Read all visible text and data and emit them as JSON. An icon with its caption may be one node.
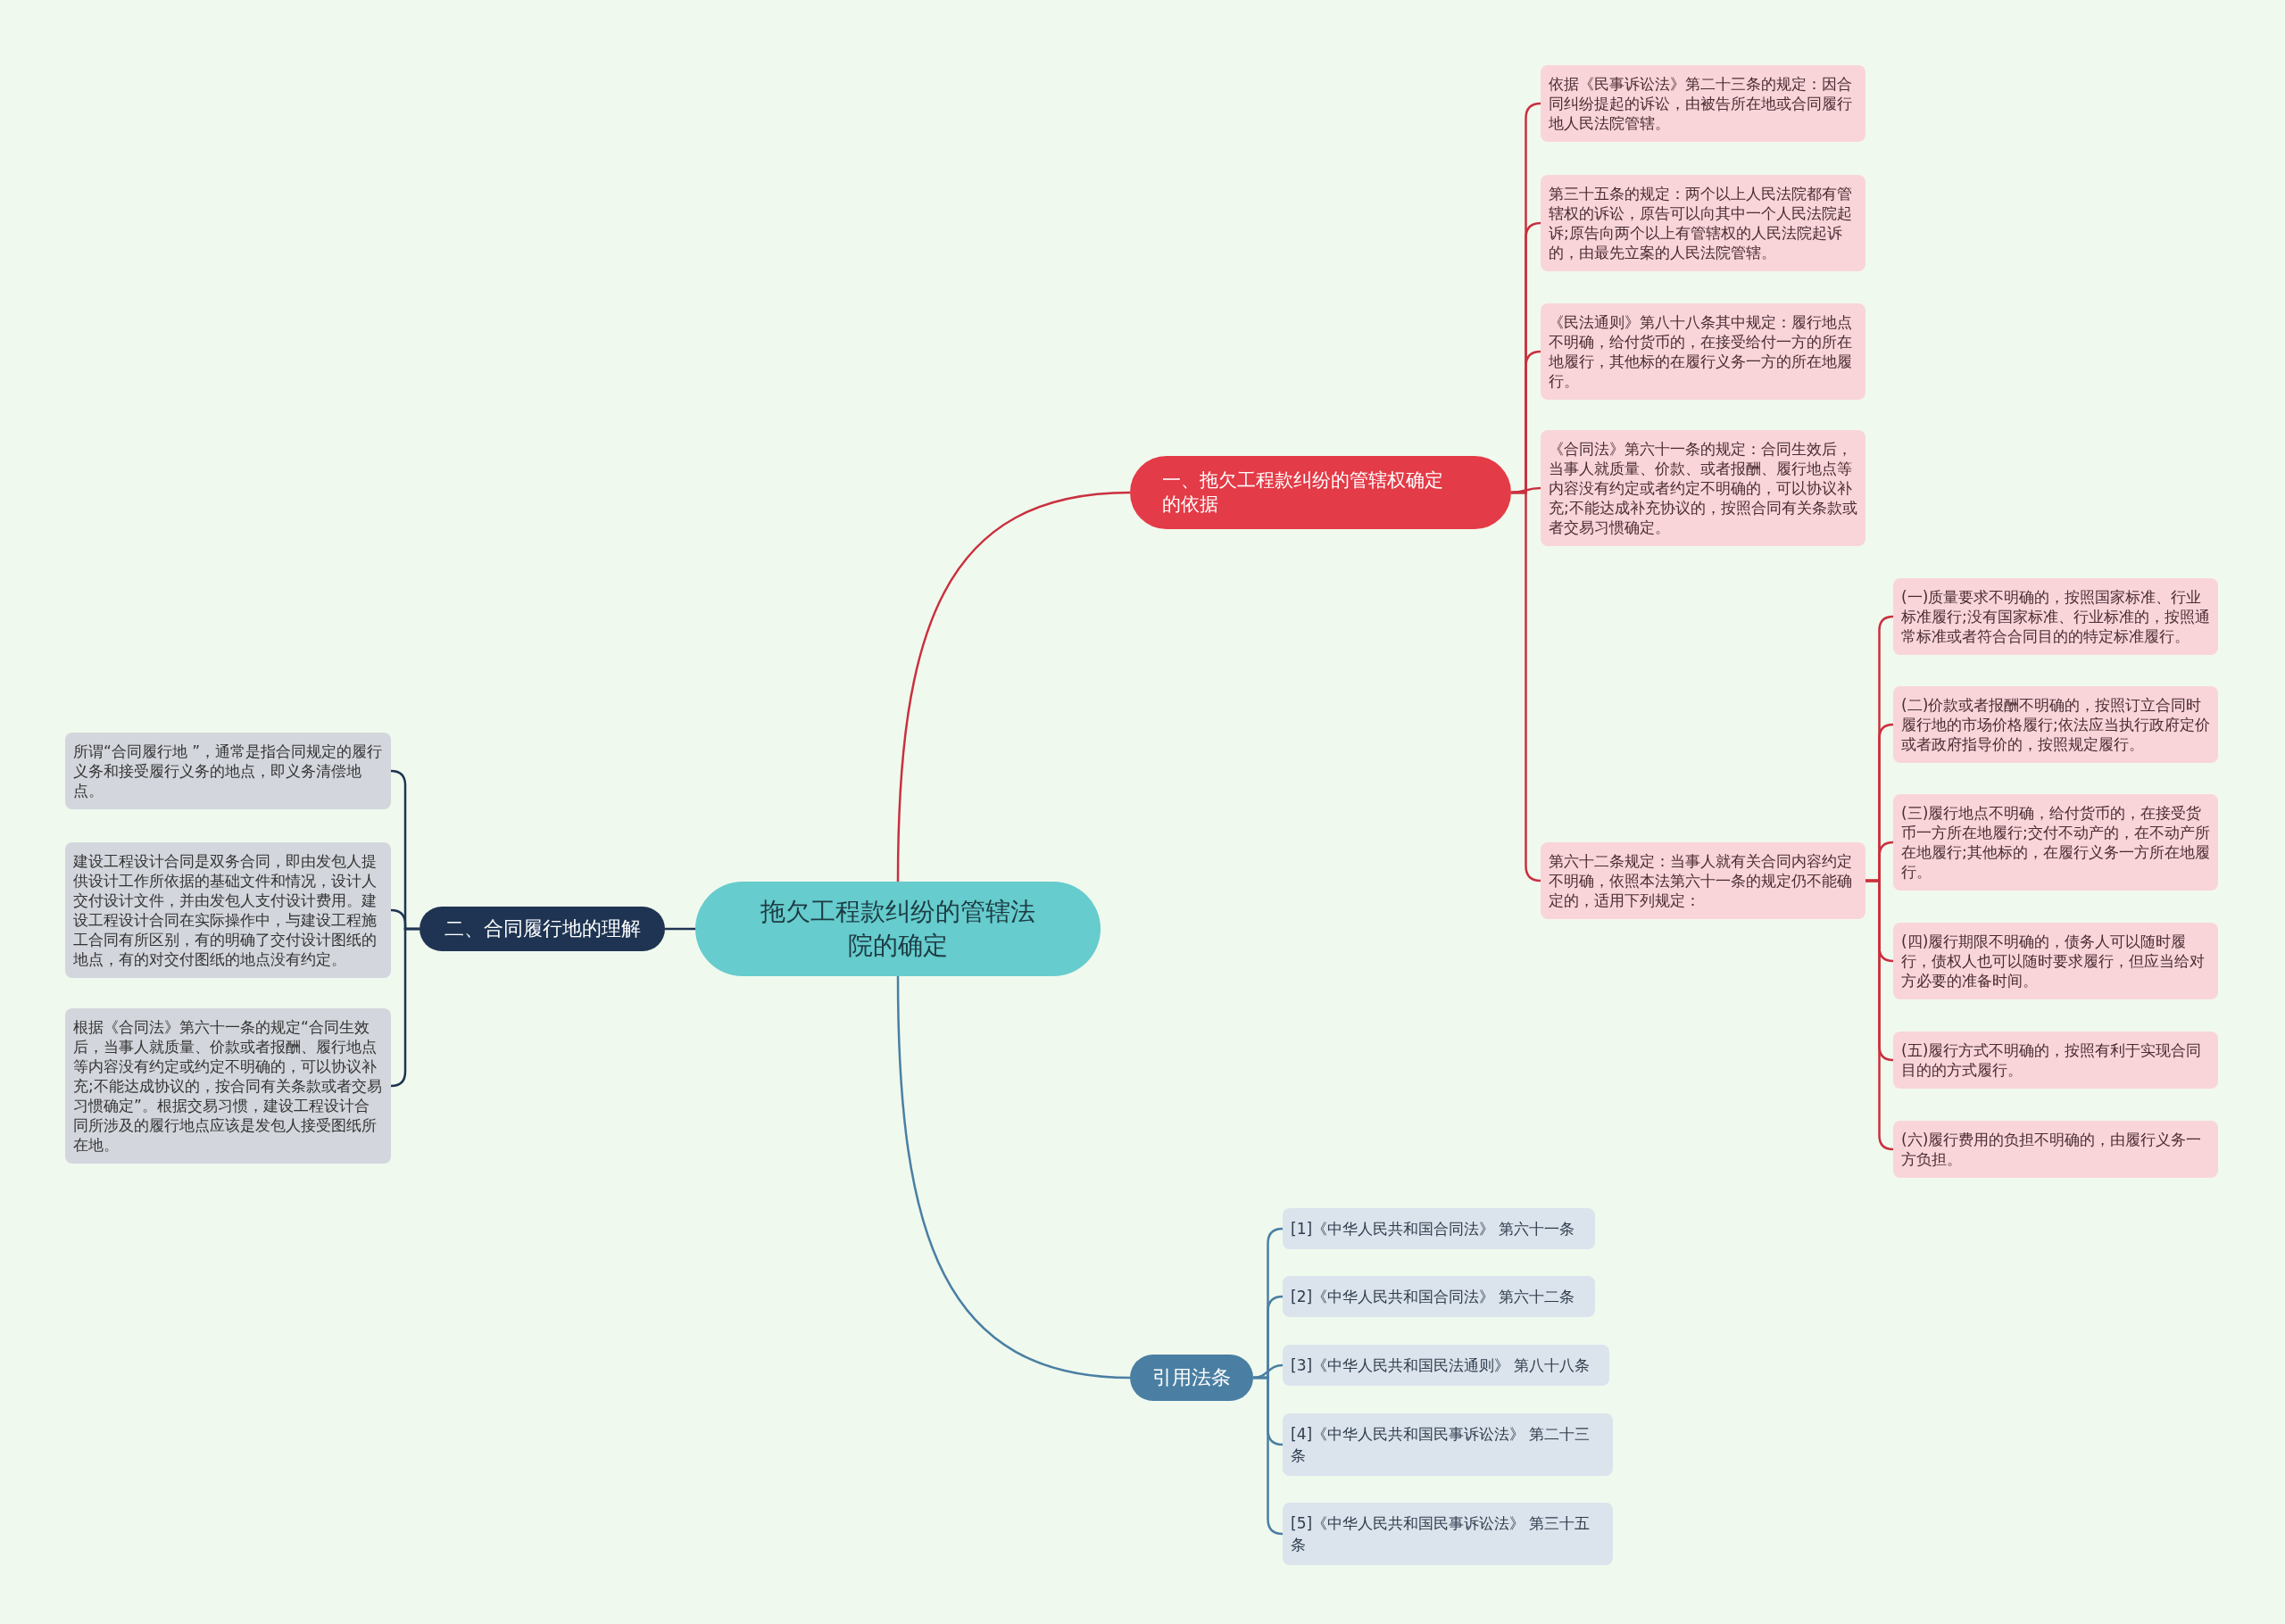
{
  "diagram": {
    "nodes": [
      {
        "text": [
          "拖欠工程款纠纷的管辖法院的确定"
        ]
      },
      {
        "text": [
          "一、拖欠工程款纠纷的管辖权确定的依据"
        ]
      },
      {
        "text": [
          "依据《民事诉讼法》第二十三条的规定：因合同纠纷提起的诉讼，由被告所在地或合同履行地人民法院管辖。"
        ]
      },
      {
        "text": [
          "第三十五条的规定：两个以上人民法院都有管辖权的诉讼，原告可以向其中一个人民法院起诉;原告向两个以上有管辖权的人民法院起诉的，由最先立案的人民法院管辖。"
        ]
      },
      {
        "text": [
          "《民法通则》第八十八条其中规定：履行地点不明确，给付货币的，在接受给付一方的所在地履行，其他标的在履行义务一方的所在地履行。"
        ]
      },
      {
        "text": [
          "《合同法》第六十一条的规定：合同生效后，当事人就质量、价款、或者报酬、履行地点等内容没有约定或者约定不明确的，可以协议补充;不能达成补充协议的，按照合同有关条款或者交易习惯确定。"
        ]
      },
      {
        "text": [
          "第六十二条规定：当事人就有关合同内容约定不明确，依照本法第六十一条的规定仍不能确定的，适用下列规定："
        ]
      },
      {
        "text": [
          "(一)质量要求不明确的，按照国家标准、行业标准履行;没有国家标准、行业标准的，按照通常标准或者符合合同目的的特定标准履行。"
        ]
      },
      {
        "text": [
          "(二)价款或者报酬不明确的，按照订立合同时履行地的市场价格履行;依法应当执行政府定价或者政府指导价的，按照规定履行。"
        ]
      },
      {
        "text": [
          "(三)履行地点不明确，给付货币的，在接受货币一方所在地履行;交付不动产的，在不动产所在地履行;其他标的，在履行义务一方所在地履行。"
        ]
      },
      {
        "text": [
          "(四)履行期限不明确的，债务人可以随时履行，债权人也可以随时要求履行，但应当给对方必要的准备时间。"
        ]
      },
      {
        "text": [
          "(五)履行方式不明确的，按照有利于实现合同目的的方式履行。"
        ]
      },
      {
        "text": [
          "(六)履行费用的负担不明确的，由履行义务一方负担。"
        ]
      },
      {
        "text": [
          "二、合同履行地的理解"
        ]
      },
      {
        "text": [
          "所谓“合同履行地 ”，通常是指合同规定的履行义务和接受履行义务的地点，即义务清偿地点。"
        ]
      },
      {
        "text": [
          "建设工程设计合同是双务合同，即由发包人提供设计工作所依据的基础文件和情况，设计人交付设计文件，并由发包人支付设计费用。建设工程设计合同在实际操作中，与建设工程施工合同有所区别，有的明确了交付设计图纸的地点，有的对交付图纸的地点没有约定。"
        ]
      },
      {
        "text": [
          "根据《合同法》第六十一条的规定“合同生效后，当事人就质量、价款或者报酬、履行地点等内容没有约定或约定不明确的，可以协议补充;不能达成协议的，按合同有关条款或者交易习惯确定”。根据交易习惯，建设工程设计合同所涉及的履行地点应该是发包人接受图纸所在地。"
        ]
      },
      {
        "text": [
          "引用法条"
        ]
      },
      {
        "text": [
          "[1]《中华人民共和国合同法》 第六十一条"
        ]
      },
      {
        "text": [
          "[2]《中华人民共和国合同法》 第六十二条"
        ]
      },
      {
        "text": [
          "[3]《中华人民共和国民法通则》 第八十八条"
        ]
      },
      {
        "text": [
          "[4]《中华人民共和国民事诉讼法》 第二十三条"
        ]
      },
      {
        "text": [
          "[5]《中华人民共和国民事诉讼法》 第三十五条"
        ]
      }
    ],
    "edges": [
      {
        "from": 0,
        "to": 1,
        "arrow": "none"
      },
      {
        "from": 1,
        "to": 2,
        "arrow": "none"
      },
      {
        "from": 1,
        "to": 3,
        "arrow": "none"
      },
      {
        "from": 1,
        "to": 4,
        "arrow": "none"
      },
      {
        "from": 1,
        "to": 5,
        "arrow": "none"
      },
      {
        "from": 1,
        "to": 6,
        "arrow": "none"
      },
      {
        "from": 6,
        "to": 7,
        "arrow": "none"
      },
      {
        "from": 6,
        "to": 8,
        "arrow": "none"
      },
      {
        "from": 6,
        "to": 9,
        "arrow": "none"
      },
      {
        "from": 6,
        "to": 10,
        "arrow": "none"
      },
      {
        "from": 6,
        "to": 11,
        "arrow": "none"
      },
      {
        "from": 6,
        "to": 12,
        "arrow": "none"
      },
      {
        "from": 0,
        "to": 13,
        "arrow": "none",
        "color": "#1e3452"
      },
      {
        "from": 13,
        "to": 14,
        "arrow": "none",
        "color": "#1e3452"
      },
      {
        "from": 13,
        "to": 15,
        "arrow": "none",
        "color": "#1e3452"
      },
      {
        "from": 13,
        "to": 16,
        "arrow": "none",
        "color": "#1e3452"
      },
      {
        "from": 0,
        "to": 17,
        "arrow": "none",
        "color": "#4a7fa3"
      },
      {
        "from": 17,
        "to": 18,
        "arrow": "none",
        "color": "#4a7fa3"
      },
      {
        "from": 17,
        "to": 19,
        "arrow": "none",
        "color": "#4a7fa3"
      },
      {
        "from": 17,
        "to": 20,
        "arrow": "none",
        "color": "#4a7fa3"
      },
      {
        "from": 17,
        "to": 21,
        "arrow": "none",
        "color": "#4a7fa3"
      },
      {
        "from": 17,
        "to": 22,
        "arrow": "none",
        "color": "#4a7fa3"
      }
    ]
  }
}
